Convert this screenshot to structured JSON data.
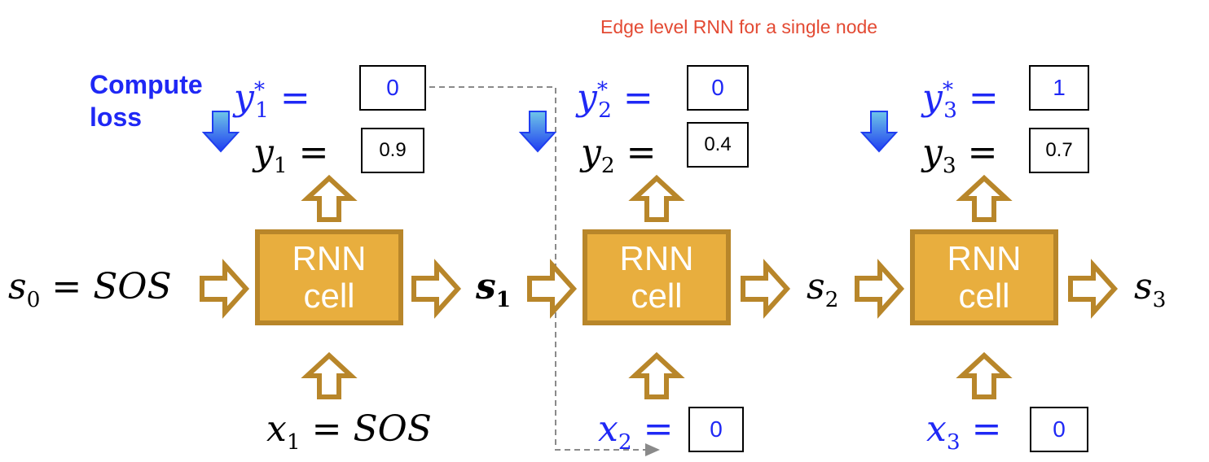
{
  "note": "Edge level RNN for a single node",
  "compute_loss": {
    "line1": "Compute",
    "line2": "loss"
  },
  "cells": [
    {
      "line1": "RNN",
      "line2": "cell"
    },
    {
      "line1": "RNN",
      "line2": "cell"
    },
    {
      "line1": "RNN",
      "line2": "cell"
    }
  ],
  "states": {
    "s0": {
      "sym": "s",
      "sub": "0",
      "rhs": "SOS"
    },
    "s1": {
      "sym": "s",
      "sub": "1"
    },
    "s2": {
      "sym": "s",
      "sub": "2"
    },
    "s3": {
      "sym": "s",
      "sub": "3"
    }
  },
  "inputs": [
    {
      "sym": "x",
      "sub": "1",
      "rhs": "SOS"
    },
    {
      "sym": "x",
      "sub": "2",
      "value": "0"
    },
    {
      "sym": "x",
      "sub": "3",
      "value": "0"
    }
  ],
  "targets": [
    {
      "sym": "y",
      "sub": "1",
      "sup": "*",
      "value": "0"
    },
    {
      "sym": "y",
      "sub": "2",
      "sup": "*",
      "value": "0"
    },
    {
      "sym": "y",
      "sub": "3",
      "sup": "*",
      "value": "1"
    }
  ],
  "predictions": [
    {
      "sym": "y",
      "sub": "1",
      "value": "0.9"
    },
    {
      "sym": "y",
      "sub": "2",
      "value": "0.4"
    },
    {
      "sym": "y",
      "sub": "3",
      "value": "0.7"
    }
  ],
  "eq": "=",
  "colors": {
    "cell_fill": "#E8AE3E",
    "cell_border": "#B8862A",
    "arrow": "#B8862A",
    "blue": "#1F28F5",
    "note": "#E34A33"
  }
}
